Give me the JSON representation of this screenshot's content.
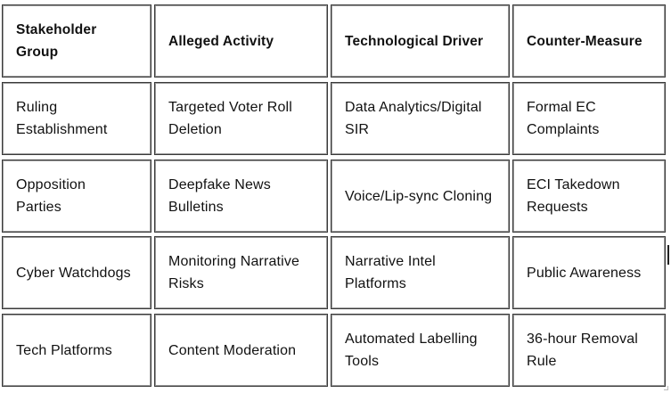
{
  "table": {
    "headers": [
      "Stakeholder Group",
      "Alleged Activity",
      "Technological Driver",
      "Counter-Measure"
    ],
    "rows": [
      [
        "Ruling Establishment",
        "Targeted Voter Roll Deletion",
        "Data Analytics/Digital SIR",
        "Formal EC Complaints"
      ],
      [
        "Opposition Parties",
        "Deepfake News Bulletins",
        "Voice/Lip-sync Cloning",
        "ECI Takedown Requests"
      ],
      [
        "Cyber Watchdogs",
        "Monitoring Narrative Risks",
        "Narrative Intel Platforms",
        "Public Awareness"
      ],
      [
        "Tech Platforms",
        "Content Moderation",
        "Automated Labelling Tools",
        "36-hour Removal Rule"
      ]
    ]
  }
}
